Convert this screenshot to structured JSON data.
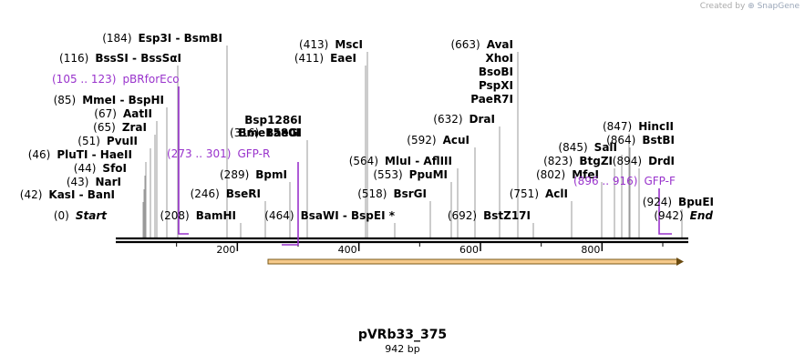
{
  "credit": {
    "prefix": "Created by",
    "brand": "SnapGene"
  },
  "plasmid": {
    "name": "pVRb33_375",
    "size_label": "942 bp",
    "length": 942
  },
  "ruler_ticks": [
    "200",
    "400",
    "600",
    "800"
  ],
  "feature": {
    "name": "orf-arrow",
    "start": 243,
    "end": 942,
    "color": "#f5c98a"
  },
  "labels": [
    {
      "pos": "(184)",
      "name": "Esp3I  -  BsmBI",
      "kind": "site"
    },
    {
      "pos": "(116)",
      "name": "BssSI  -  BssSαI",
      "kind": "site"
    },
    {
      "pos": "(105 .. 123)",
      "name": "pBRforEco",
      "kind": "primer"
    },
    {
      "pos": "(85)",
      "name": "MmeI  -  BspHI",
      "kind": "site"
    },
    {
      "pos": "(67)",
      "name": "AatII",
      "kind": "site"
    },
    {
      "pos": "(65)",
      "name": "ZraI",
      "kind": "site"
    },
    {
      "pos": "(51)",
      "name": "PvuII",
      "kind": "site"
    },
    {
      "pos": "(46)",
      "name": "PluTI  -  HaeII",
      "kind": "site"
    },
    {
      "pos": "(44)",
      "name": "SfoI",
      "kind": "site"
    },
    {
      "pos": "(43)",
      "name": "NarI",
      "kind": "site"
    },
    {
      "pos": "(42)",
      "name": "KasI  -  BanI",
      "kind": "site"
    },
    {
      "pos": "(0)",
      "name": "Start",
      "kind": "end"
    },
    {
      "pos": "(208)",
      "name": "BamHI",
      "kind": "site"
    },
    {
      "pos": "(246)",
      "name": "BseRI",
      "kind": "site"
    },
    {
      "pos": "(289)",
      "name": "BpmI",
      "kind": "site"
    },
    {
      "pos": "(273 .. 301)",
      "name": "GFP-R",
      "kind": "primer"
    },
    {
      "pos": "(316)",
      "name": "BaeGI",
      "kind": "site"
    },
    {
      "pos": "",
      "name": "Bsp1286I",
      "kind": "site"
    },
    {
      "pos": "",
      "name": "Bme1580I",
      "kind": "site"
    },
    {
      "pos": "(464)",
      "name": "BsaWI  -  BspEI *",
      "kind": "site"
    },
    {
      "pos": "(413)",
      "name": "MscI",
      "kind": "site"
    },
    {
      "pos": "(411)",
      "name": "EaeI",
      "kind": "site"
    },
    {
      "pos": "(564)",
      "name": "MluI  -  AflIII",
      "kind": "site"
    },
    {
      "pos": "(553)",
      "name": "PpuMI",
      "kind": "site"
    },
    {
      "pos": "(518)",
      "name": "BsrGI",
      "kind": "site"
    },
    {
      "pos": "(592)",
      "name": "AcuI",
      "kind": "site"
    },
    {
      "pos": "(632)",
      "name": "DraI",
      "kind": "site"
    },
    {
      "pos": "(663)",
      "name": "AvaI",
      "kind": "site"
    },
    {
      "pos": "",
      "name": "XhoI",
      "kind": "site"
    },
    {
      "pos": "",
      "name": "BsoBI",
      "kind": "site"
    },
    {
      "pos": "",
      "name": "PspXI",
      "kind": "site"
    },
    {
      "pos": "",
      "name": "PaeR7I",
      "kind": "site"
    },
    {
      "pos": "(692)",
      "name": "BstZ17I",
      "kind": "site"
    },
    {
      "pos": "(751)",
      "name": "AclI",
      "kind": "site"
    },
    {
      "pos": "(845)",
      "name": "SalI",
      "kind": "site"
    },
    {
      "pos": "(823)",
      "name": "BtgZI",
      "kind": "site"
    },
    {
      "pos": "(802)",
      "name": "MfeI",
      "kind": "site"
    },
    {
      "pos": "(847)",
      "name": "HincII",
      "kind": "site"
    },
    {
      "pos": "(864)",
      "name": "BstBI",
      "kind": "site"
    },
    {
      "pos": "(894)",
      "name": "DrdI",
      "kind": "site"
    },
    {
      "pos": "(896 .. 916)",
      "name": "GFP-F",
      "kind": "primer"
    },
    {
      "pos": "(924)",
      "name": "BpuEI",
      "kind": "site"
    },
    {
      "pos": "(942)",
      "name": "End",
      "kind": "end"
    }
  ]
}
